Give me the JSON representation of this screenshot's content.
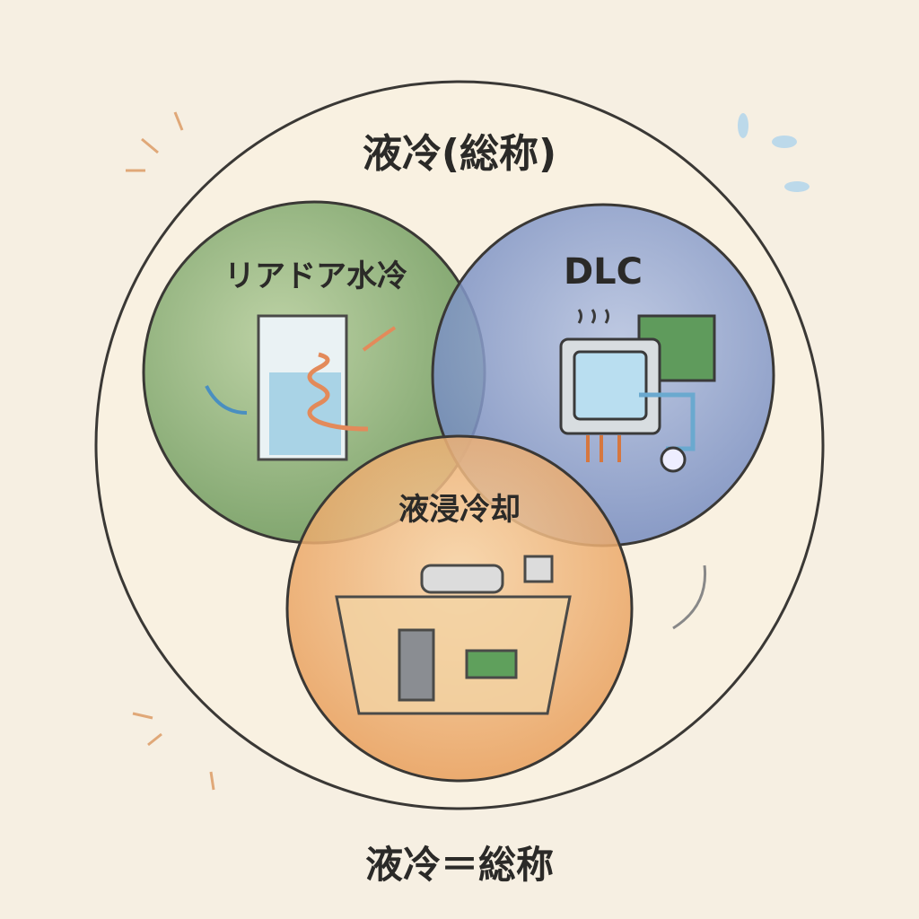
{
  "outer": {
    "title": "液冷(総称)"
  },
  "sets": [
    {
      "label": "リアドア水冷",
      "color": "#7fa36b"
    },
    {
      "label": "DLC",
      "color": "#7f93c4"
    },
    {
      "label": "液浸冷却",
      "color": "#eba866"
    }
  ],
  "footer": {
    "caption": "液冷＝総称"
  },
  "colors": {
    "background": "#f6efe2",
    "outline": "#3a3835"
  }
}
